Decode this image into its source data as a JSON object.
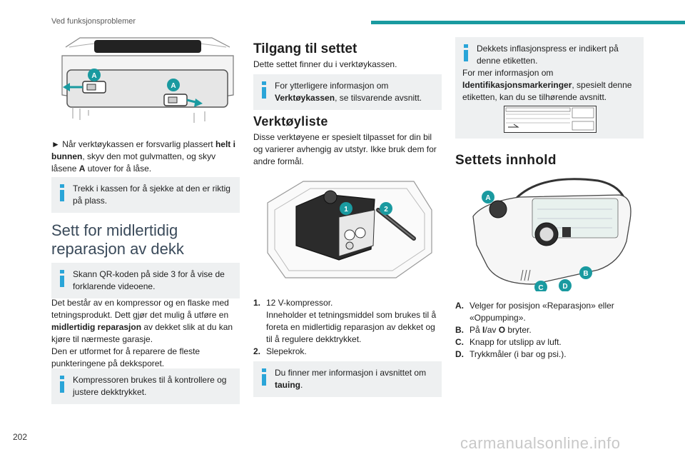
{
  "header": {
    "section_title": "Ved funksjonsproblemer"
  },
  "page_number": "202",
  "watermark": "carmanualsonline.info",
  "column1": {
    "figure_labels": [
      "A",
      "A"
    ],
    "step_arrow": "►",
    "step": {
      "t1": " Når verktøykassen er forsvarlig plassert ",
      "b1": "helt i bunnen",
      "t2": ", skyv den mot gulvmatten, og skyv låsene ",
      "b2": "A",
      "t3": " utover for å låse."
    },
    "note1": "Trekk i kassen for å sjekke at den er riktig på plass.",
    "heading": "Sett for midlertidig reparasjon av dekk",
    "note2": "Skann QR-koden på side 3 for å vise de forklarende videoene.",
    "para": {
      "t1": "Det består av en kompressor og en flaske med tetningsprodukt. Dett gjør det mulig å utføre en ",
      "b1": "midlertidig reparasjon",
      "t2": " av dekket slik at du kan kjøre til nærmeste garasje.",
      "t3": "Den er utformet for å reparere de fleste punkteringene på dekksporet."
    },
    "note3": "Kompressoren brukes til å kontrollere og justere dekktrykket."
  },
  "column2": {
    "heading1": "Tilgang til settet",
    "para1": "Dette settet finner du i verktøykassen.",
    "note1": {
      "t1": "For ytterligere informasjon om ",
      "b1": "Verktøykassen",
      "t2": ", se tilsvarende avsnitt."
    },
    "heading2": "Verktøyliste",
    "para2": "Disse verktøyene er spesielt tilpasset for din bil og varierer avhengig av utstyr. Ikke bruk dem for andre formål.",
    "figure_labels": [
      "1",
      "2"
    ],
    "list": [
      {
        "num": "1.",
        "text": "12 V-kompressor.",
        "sub": "Inneholder et tetningsmiddel som brukes til å foreta en midlertidig reparasjon av dekket og til å regulere dekktrykket."
      },
      {
        "num": "2.",
        "text": "Slepekrok."
      }
    ],
    "note2": {
      "t1": "Du finner mer informasjon i avsnittet om ",
      "b1": "tauing",
      "t2": "."
    }
  },
  "column3": {
    "note1": {
      "t1": "Dekkets inflasjonspress er indikert på denne etiketten.",
      "t2": "For mer informasjon om ",
      "b1": "Identifikasjonsmarkeringer",
      "t3": ", spesielt denne etiketten, kan du se tilhørende avsnitt."
    },
    "heading": "Settets innhold",
    "figure_labels": [
      "A",
      "B",
      "C",
      "D"
    ],
    "items": [
      {
        "label": "A.",
        "text": "Velger for posisjon «Reparasjon» eller «Oppumping»."
      },
      {
        "label": "B.",
        "t1": "På ",
        "b1": "I",
        "t2": "/av ",
        "b2": "O",
        "t3": " bryter."
      },
      {
        "label": "C.",
        "text": "Knapp for utslipp av luft."
      },
      {
        "label": "D.",
        "text": "Trykkmåler (i bar og psi.)."
      }
    ]
  }
}
